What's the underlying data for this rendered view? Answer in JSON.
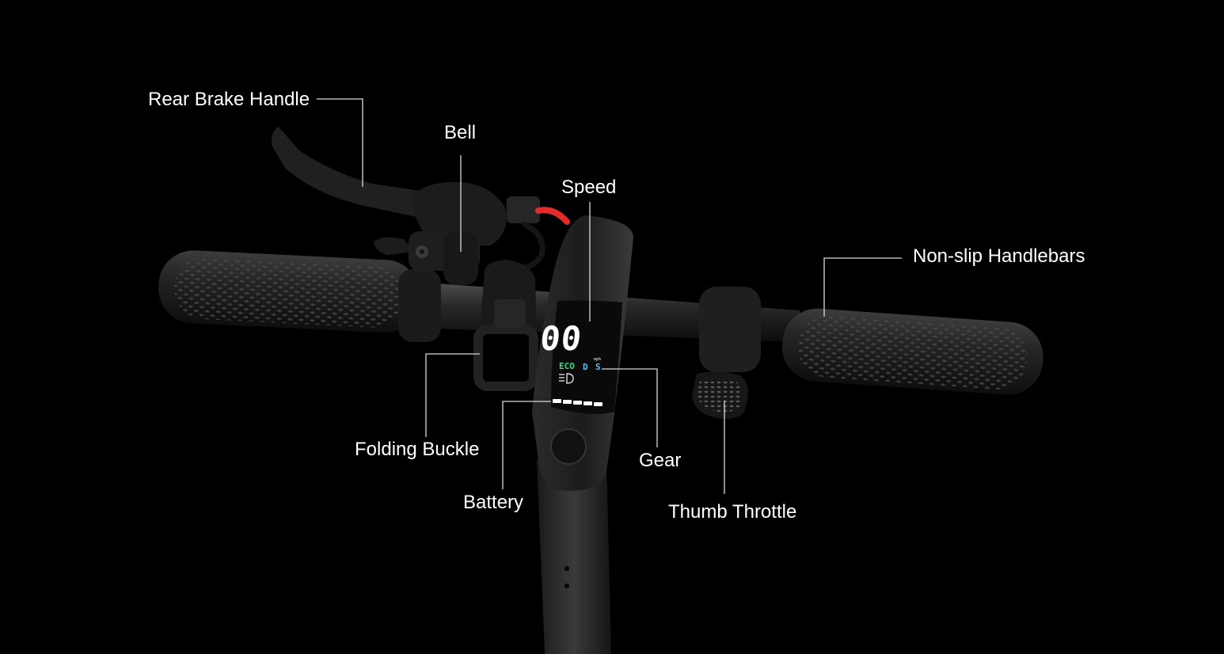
{
  "labels": {
    "rear_brake": "Rear Brake Handle",
    "bell": "Bell",
    "speed": "Speed",
    "non_slip": "Non-slip Handlebars",
    "folding_buckle": "Folding Buckle",
    "battery": "Battery",
    "gear": "Gear",
    "thumb_throttle": "Thumb Throttle"
  },
  "display": {
    "speed_value": "00",
    "unit": "mph",
    "mode_eco": "ECO",
    "mode_d": "D",
    "mode_s": "S"
  },
  "colors": {
    "background": "#000000",
    "eco_green": "#3fd68a",
    "mode_blue": "#4fc3f7",
    "cable_red": "#e32b2b"
  }
}
